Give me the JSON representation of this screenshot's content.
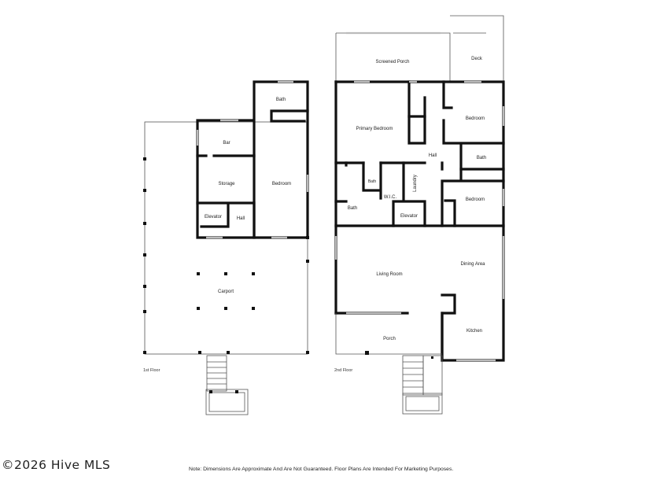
{
  "floor1": {
    "label": "1st Floor",
    "rooms": {
      "bath": "Bath",
      "bar": "Bar",
      "storage": "Storage",
      "bedroom": "Bedroom",
      "elevator": "Elevator",
      "hall": "Hall",
      "carport": "Carport"
    }
  },
  "floor2": {
    "label": "2nd Floor",
    "rooms": {
      "screened_porch": "Screened Porch",
      "deck": "Deck",
      "primary_bedroom": "Primary Bedroom",
      "bedroom_top": "Bedroom",
      "hall": "Hall",
      "bath_right": "Bath",
      "bath_small": "Bath",
      "laundry": "Laundry",
      "wic": "W.I.C.",
      "bath_left": "Bath",
      "elevator": "Elevator",
      "bedroom_mid": "Bedroom",
      "living_room": "Living Room",
      "dining_area": "Dining Area",
      "porch": "Porch",
      "kitchen": "Kitchen"
    }
  },
  "copyright": "©2026 Hive MLS",
  "note": "Note: Dimensions Are Approximate And Are Not Guaranteed. Floor Plans Are Intended For Marketing Purposes."
}
